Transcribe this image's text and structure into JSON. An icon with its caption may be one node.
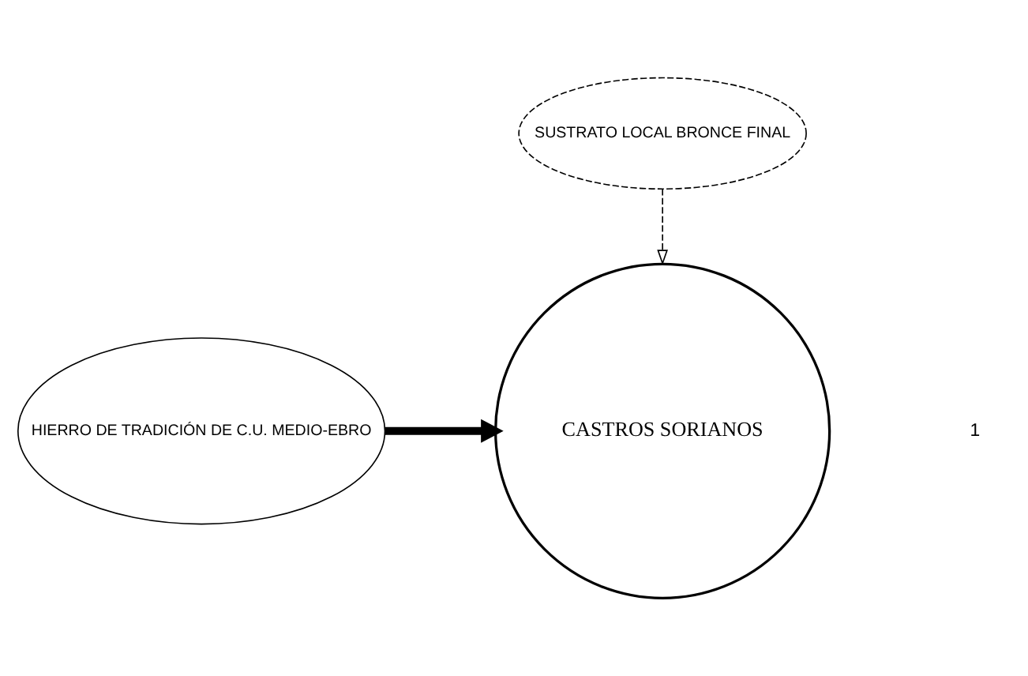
{
  "diagram": {
    "nodes": [
      {
        "text": [
          "SUSTRATO LOCAL BRONCE FINAL"
        ]
      },
      {
        "text": [
          "CASTROS SORIANOS"
        ]
      },
      {
        "text": [
          "HIERRO DE TRADICIÓN DE C.U. MEDIO-EBRO"
        ]
      }
    ],
    "edges": [
      {
        "from": 0,
        "to": 1,
        "arrow": "to",
        "style": "dashed"
      },
      {
        "from": 2,
        "to": 1,
        "arrow": "to",
        "style": "thick"
      }
    ],
    "labels": [
      "1"
    ]
  }
}
